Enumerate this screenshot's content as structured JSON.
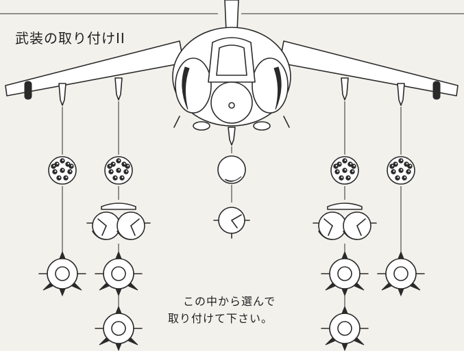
{
  "title": "武装の取り付けII",
  "instructions": {
    "line1": "この中から選んで",
    "line2": "取り付けて下さい。"
  },
  "icons": [
    "aircraft-front-icon",
    "rocket-pod-icon",
    "twin-bomb-icon",
    "bomb-icon",
    "spiked-mine-icon"
  ]
}
